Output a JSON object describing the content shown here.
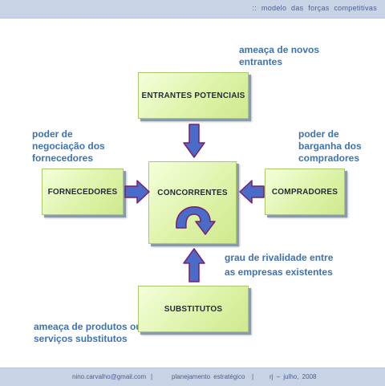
{
  "header": {
    "title": ":: modelo das forças competitivas"
  },
  "boxes": {
    "entrantes": "ENTRANTES POTENCIAIS",
    "fornecedores": "FORNECEDORES",
    "concorrentes": "CONCORRENTES",
    "compradores": "COMPRADORES",
    "substitutos": "SUBSTITUTOS"
  },
  "notes": {
    "entrantes": [
      "ameaça de novos",
      "entrantes"
    ],
    "fornecedores": [
      "poder de",
      "negociação dos",
      "fornecedores"
    ],
    "compradores": [
      "poder de",
      "barganha dos",
      "compradores"
    ],
    "rivalidade": [
      "grau de rivalidade entre",
      "as empresas existentes"
    ],
    "substitutos": [
      "ameaça de produtos ou",
      "serviços substitutos"
    ]
  },
  "footer": {
    "email": "nino.carvalho@gmail.com",
    "sep1": "|",
    "course": "planejamento estratégico",
    "sep2": "|",
    "date": "rj – julho, 2008"
  },
  "colors": {
    "arrow_fill": "#4a6cc8",
    "arrow_stroke": "#7a1f6e",
    "note_text": "#3d72b0",
    "bar": "#c9d3e6"
  }
}
